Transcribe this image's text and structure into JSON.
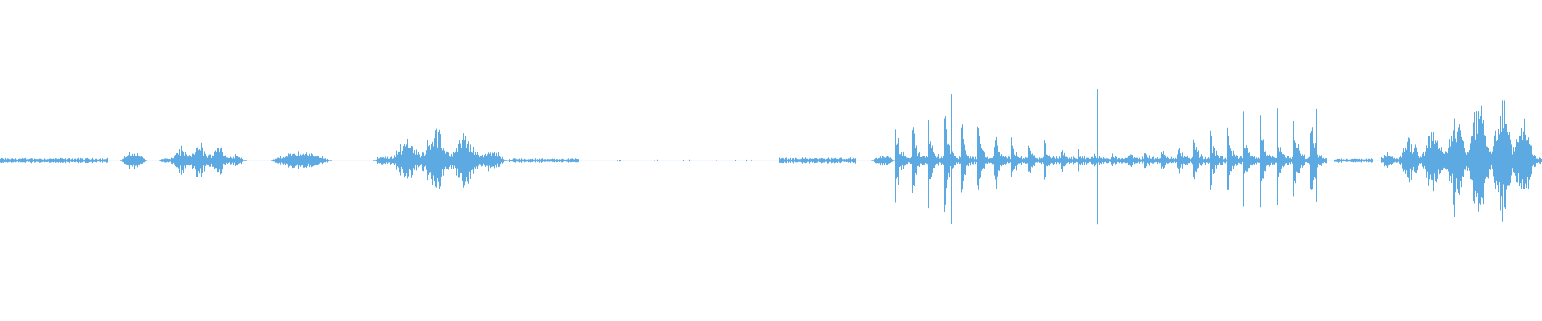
{
  "waveform": {
    "color": "#5DA9E2",
    "background": "#FFFFFF",
    "amplitude_scale": 0.42,
    "segments": [
      {
        "start": 0.0,
        "end": 0.07,
        "peak": 0.035,
        "shape": "flat"
      },
      {
        "start": 0.078,
        "end": 0.095,
        "peak": 0.12,
        "shape": "bump"
      },
      {
        "start": 0.103,
        "end": 0.16,
        "peak": 0.28,
        "shape": "speech"
      },
      {
        "start": 0.175,
        "end": 0.215,
        "peak": 0.12,
        "shape": "bump"
      },
      {
        "start": 0.242,
        "end": 0.33,
        "peak": 0.45,
        "shape": "speech"
      },
      {
        "start": 0.33,
        "end": 0.375,
        "peak": 0.03,
        "shape": "flat"
      },
      {
        "start": 0.39,
        "end": 0.5,
        "peak": 0.015,
        "shape": "sparse"
      },
      {
        "start": 0.505,
        "end": 0.555,
        "peak": 0.04,
        "shape": "flat"
      },
      {
        "start": 0.565,
        "end": 0.58,
        "peak": 0.07,
        "shape": "bump"
      },
      {
        "start": 0.58,
        "end": 0.86,
        "peak": 0.95,
        "shape": "beats"
      },
      {
        "start": 0.865,
        "end": 0.89,
        "peak": 0.03,
        "shape": "flat"
      },
      {
        "start": 0.895,
        "end": 1.0,
        "peak": 1.0,
        "shape": "crescendo"
      }
    ]
  }
}
